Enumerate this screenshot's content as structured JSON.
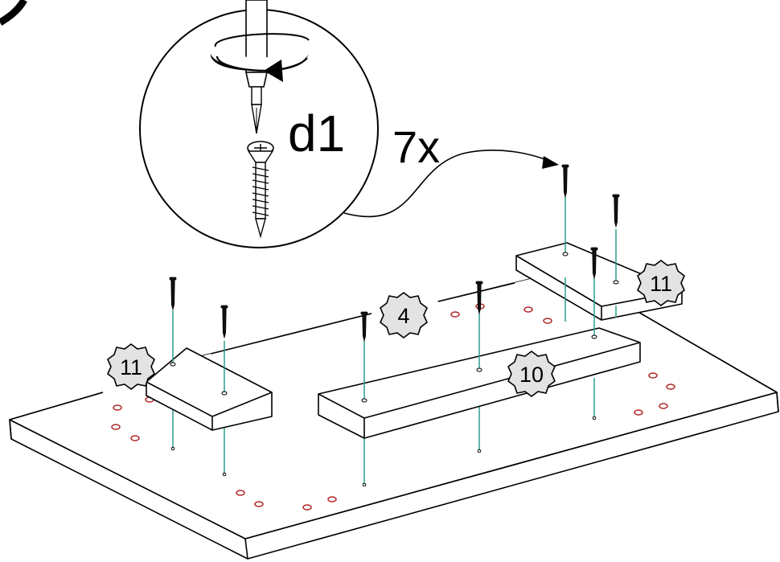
{
  "callout": {
    "tool_label": "d1",
    "quantity_label": "7x"
  },
  "part_labels": [
    {
      "id": "part-11-left",
      "text": "11"
    },
    {
      "id": "part-4",
      "text": "4"
    },
    {
      "id": "part-10",
      "text": "10"
    },
    {
      "id": "part-11-right",
      "text": "11"
    }
  ]
}
